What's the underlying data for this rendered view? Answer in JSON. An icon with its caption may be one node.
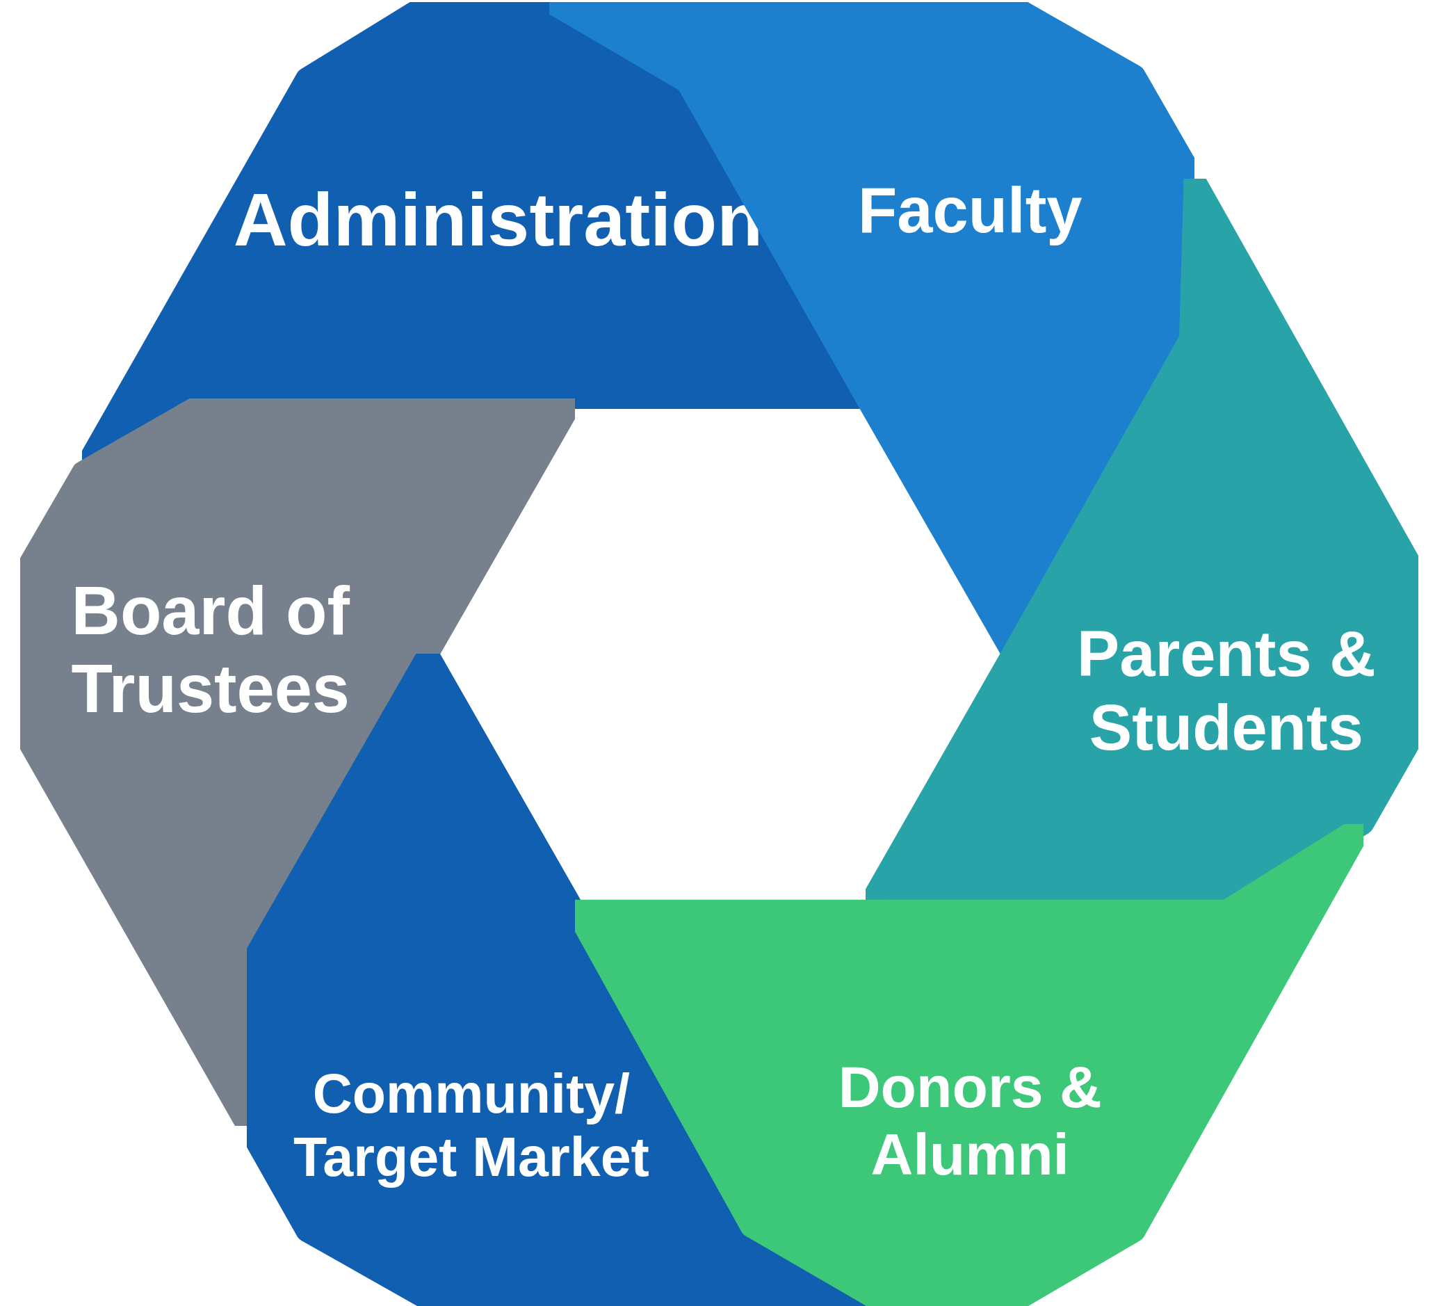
{
  "diagram": {
    "nodes": [
      {
        "text": [
          "Administration"
        ]
      },
      {
        "text": [
          "Faculty"
        ]
      },
      {
        "text": [
          "Board of Trustees"
        ]
      },
      {
        "text": [
          "Parents & Students"
        ]
      },
      {
        "text": [
          "Community/ Target Market"
        ]
      },
      {
        "text": [
          "Donors & Alumni"
        ]
      }
    ]
  }
}
